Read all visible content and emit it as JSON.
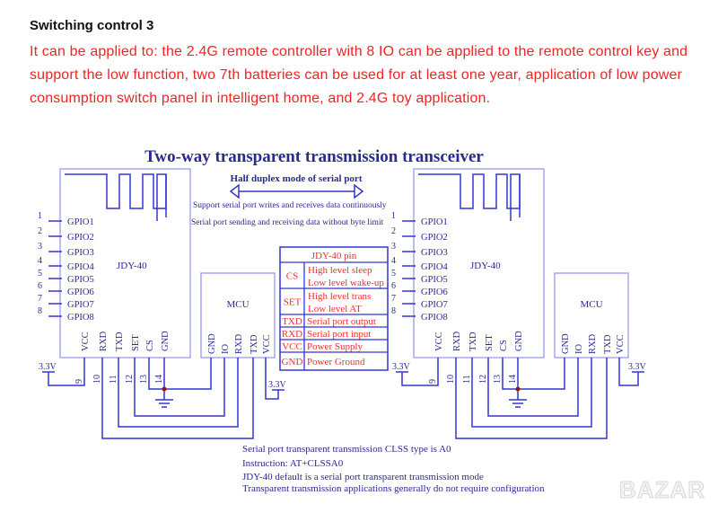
{
  "heading": "Switching control 3",
  "description": "It can be applied to: the 2.4G remote controller with 8 IO can be applied to the remote control key and support the low function, two 7th batteries can be used for at least one year, application of low power consumption switch panel in intelligent home, and 2.4G toy application.",
  "diagram": {
    "title": "Two-way transparent transmission transceiver",
    "half_duplex": "Half duplex mode of serial port",
    "note1": "Support serial port writes and receives data continuously",
    "note2": "Serial port sending and receiving data without byte limit",
    "module_name": "JDY-40",
    "mcu_name": "MCU",
    "gpio": [
      "GPIO1",
      "GPIO2",
      "GPIO3",
      "GPIO4",
      "GPIO5",
      "GPIO6",
      "GPIO7",
      "GPIO8"
    ],
    "gpio_nums": [
      "1",
      "2",
      "3",
      "4",
      "5",
      "6",
      "7",
      "8"
    ],
    "module_pins": [
      "VCC",
      "RXD",
      "TXD",
      "SET",
      "CS",
      "GND"
    ],
    "module_pin_nums": [
      "9",
      "10",
      "11",
      "12",
      "13",
      "14"
    ],
    "mcu_pins": [
      "GND",
      "IO",
      "RXD",
      "TXD",
      "VCC"
    ],
    "voltage": "3.3V",
    "table": {
      "header": "JDY-40 pin",
      "rows": [
        {
          "pin": "CS",
          "desc": [
            "High level sleep",
            "Low level wake-up"
          ]
        },
        {
          "pin": "SET",
          "desc": [
            "High level trans",
            "Low level AT"
          ]
        },
        {
          "pin": "TXD",
          "desc": [
            "Serial port output"
          ]
        },
        {
          "pin": "RXD",
          "desc": [
            "Serial port input"
          ]
        },
        {
          "pin": "VCC",
          "desc": [
            "Power Supply"
          ]
        },
        {
          "pin": "GND",
          "desc": [
            "Power Ground"
          ]
        }
      ]
    },
    "footer": [
      "Serial port transparent transmission CLSS type is A0",
      "Instruction: AT+CLSSA0",
      "JDY-40 default is a serial port transparent transmission mode",
      "Transparent transmission applications generally do not require configuration"
    ]
  },
  "watermark": "BAZAR"
}
